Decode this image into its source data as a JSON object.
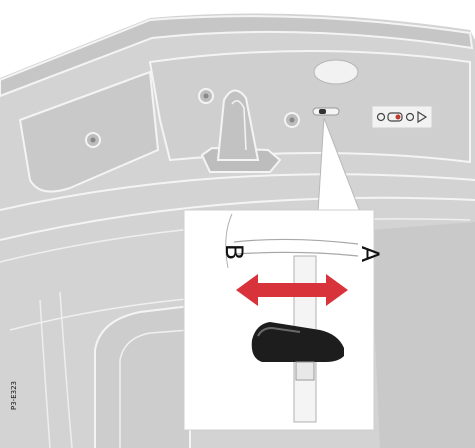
{
  "illustration": {
    "callout_labels": {
      "label_a": "A",
      "label_b": "B"
    },
    "figure_code": "P3-E323",
    "colors": {
      "panel_fill": "#d4d4d4",
      "panel_dark": "#bfbfbf",
      "outline": "#f2f2f2",
      "callout_bg": "#ffffff",
      "arrow": "#d8333b",
      "knob": "#1d1d1d"
    },
    "icons": [
      "latch-striker-icon",
      "slider-knob-icon",
      "double-arrow-icon",
      "switch-indicator-icon"
    ]
  }
}
